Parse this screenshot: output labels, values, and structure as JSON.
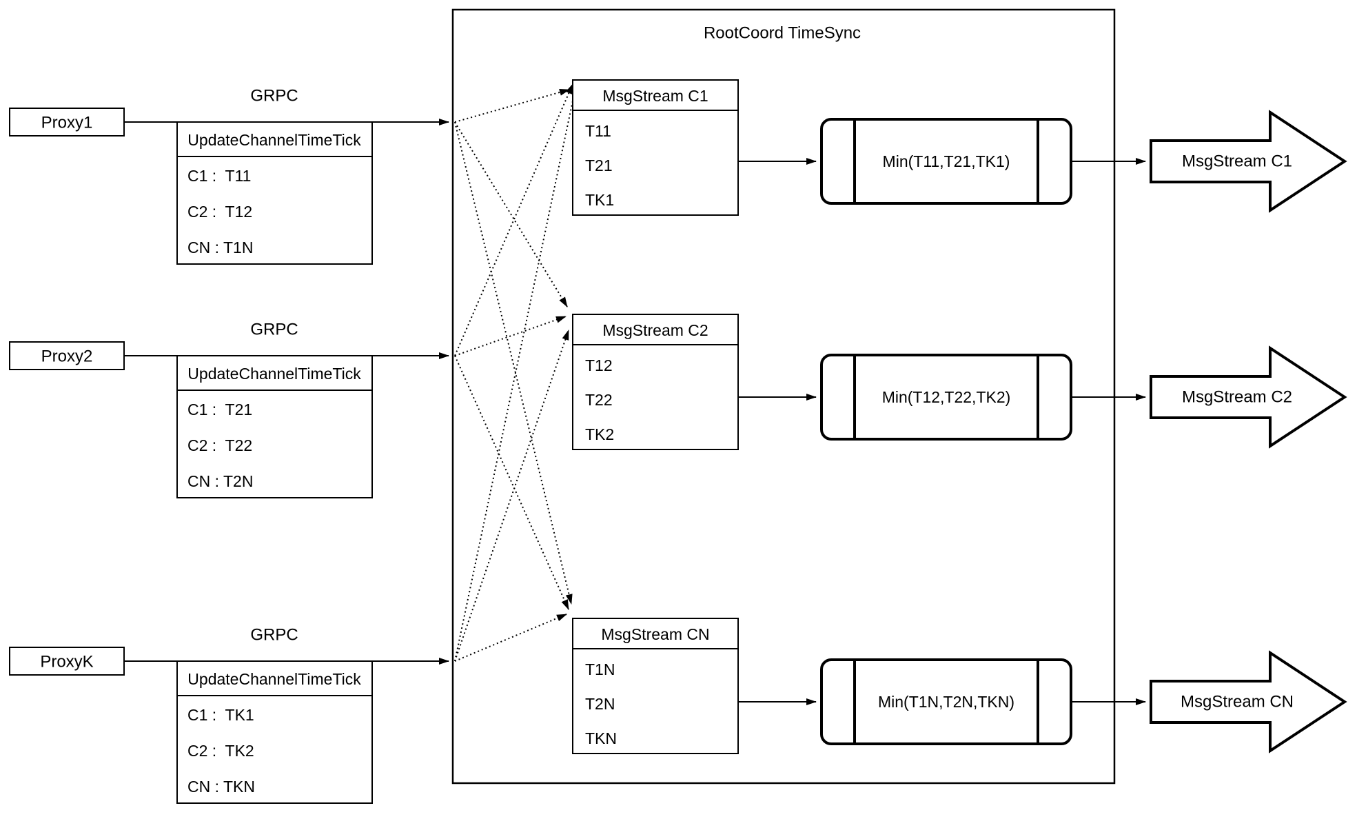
{
  "title": "RootCoord TimeSync",
  "colors": {
    "line": "#000000",
    "fill": "#ffffff"
  },
  "rows": [
    {
      "proxy_label": "Proxy1",
      "grpc_label": "GRPC",
      "tick_table": {
        "header": "UpdateChannelTimeTick",
        "entries": [
          "C1 :  T11",
          "C2 :  T12",
          "CN : T1N"
        ]
      },
      "stream": {
        "header": "MsgStream C1",
        "values": [
          "T11",
          "T21",
          "TK1"
        ]
      },
      "min_label": "Min(T11,T21,TK1)",
      "output_label": "MsgStream C1"
    },
    {
      "proxy_label": "Proxy2",
      "grpc_label": "GRPC",
      "tick_table": {
        "header": "UpdateChannelTimeTick",
        "entries": [
          "C1 :  T21",
          "C2 :  T22",
          "CN : T2N"
        ]
      },
      "stream": {
        "header": "MsgStream C2",
        "values": [
          "T12",
          "T22",
          "TK2"
        ]
      },
      "min_label": "Min(T12,T22,TK2)",
      "output_label": "MsgStream C2"
    },
    {
      "proxy_label": "ProxyK",
      "grpc_label": "GRPC",
      "tick_table": {
        "header": "UpdateChannelTimeTick",
        "entries": [
          "C1 :  TK1",
          "C2 :  TK2",
          "CN : TKN"
        ]
      },
      "stream": {
        "header": "MsgStream CN",
        "values": [
          "T1N",
          "T2N",
          "TKN"
        ]
      },
      "min_label": "Min(T1N,T2N,TKN)",
      "output_label": "MsgStream CN"
    }
  ]
}
